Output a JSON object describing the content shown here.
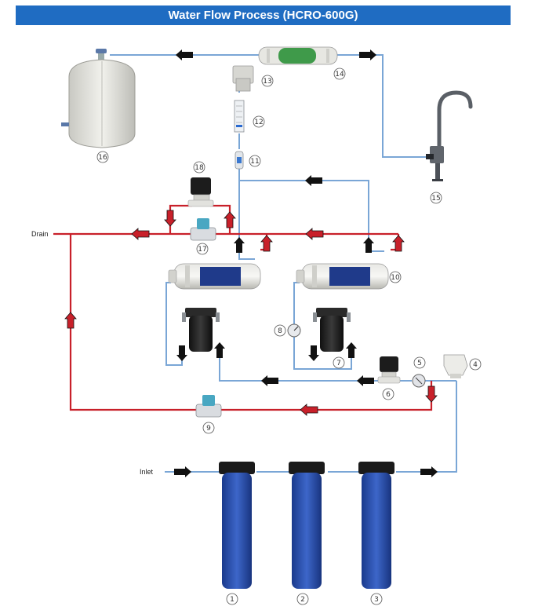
{
  "title": "Water Flow Process (HCRO-600G)",
  "labels": {
    "drain": "Drain",
    "inlet": "Inlet"
  },
  "components": [
    "1",
    "2",
    "3",
    "4",
    "5",
    "6",
    "7",
    "8",
    "9",
    "10",
    "11",
    "12",
    "13",
    "14",
    "15",
    "16",
    "17",
    "18"
  ],
  "colors": {
    "title_bg": "#1f6cc2",
    "water_line": "#7aa6d6",
    "drain_line": "#c8202a",
    "filter_housing": "#2a4fa8",
    "membrane_core": "#1f3a8a",
    "tank": "#e4e4de",
    "inline_filter": "#3f9a4a"
  }
}
